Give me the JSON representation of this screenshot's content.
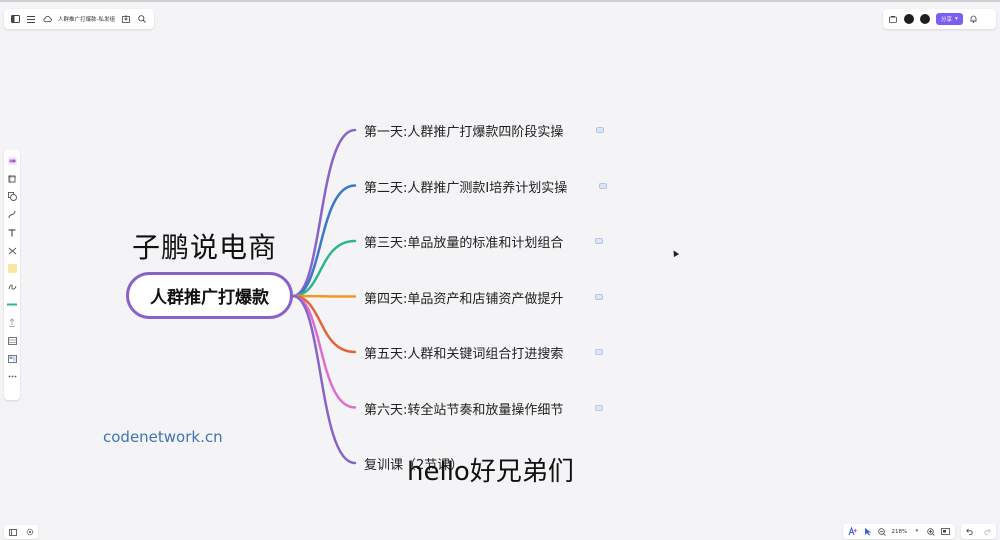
{
  "document": {
    "title": "人群推广打爆款-私发组"
  },
  "toolbar_right": {
    "avatars": [
      "",
      ""
    ],
    "share_label": "分享"
  },
  "zoom": {
    "level": "218%"
  },
  "mindmap": {
    "root": "人群推广打爆款",
    "branches": [
      {
        "label": "第一天:人群推广打爆款四阶段实操",
        "color": "#8a63c9"
      },
      {
        "label": "第二天:人群推广测款I培养计划实操",
        "color": "#3a78c9"
      },
      {
        "label": "第三天:单品放量的标准和计划组合",
        "color": "#2fb58f"
      },
      {
        "label": "第四天:单品资产和店铺资产做提升",
        "color": "#f39a1e"
      },
      {
        "label": "第五天:人群和关键词组合打进搜索",
        "color": "#e4633f"
      },
      {
        "label": "第六天:转全站节奏和放量操作细节",
        "color": "#e06ccf"
      },
      {
        "label": "复训课（2节课）",
        "color": "#8a63c9"
      }
    ]
  },
  "overlays": {
    "title": "子鹏说电商",
    "watermark": "codenetwork.cn",
    "hello": "hello好兄弟们"
  }
}
